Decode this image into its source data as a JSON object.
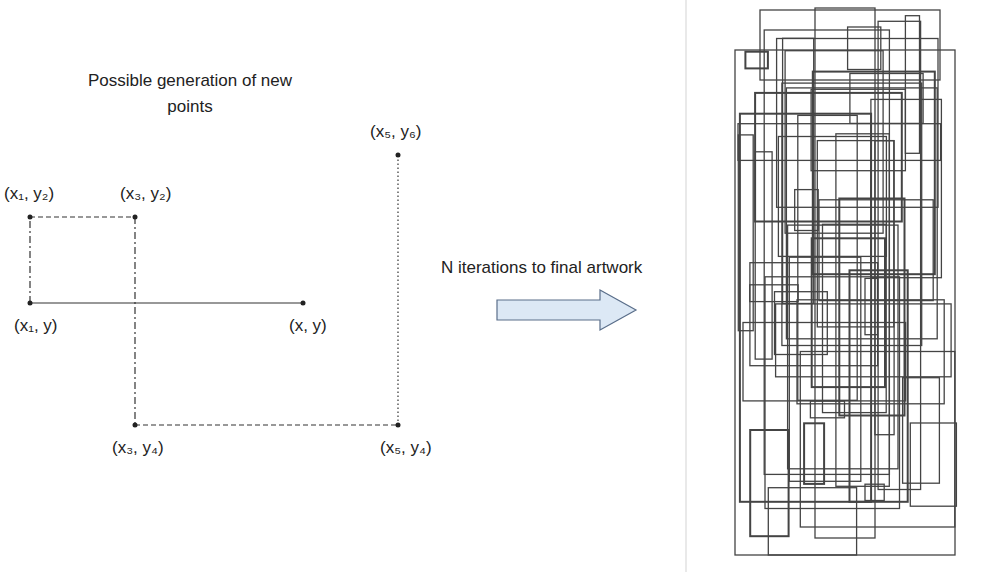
{
  "diagram": {
    "labels": [
      "Possible generation of new points",
      "(x₁, y₂)",
      "(x₃, y₂)",
      "(x₅, y₆)",
      "(x₁, y)",
      "(x, y)",
      "(x₃, y₄)",
      "(x₅, y₄)",
      "N iterations to final artwork"
    ]
  }
}
